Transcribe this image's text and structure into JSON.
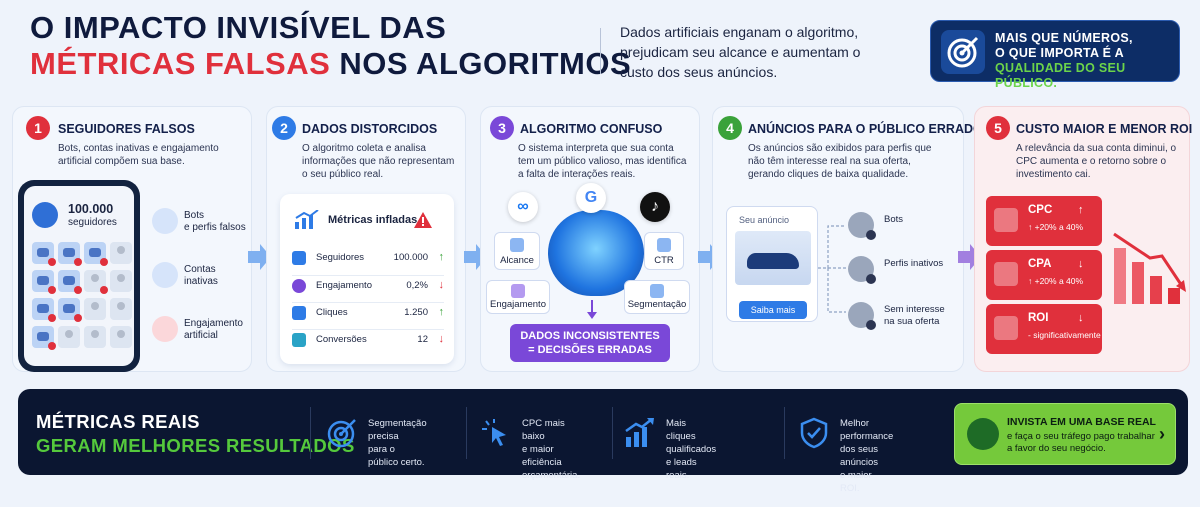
{
  "header": {
    "title_line1": "O IMPACTO INVISÍVEL DAS",
    "title_line2_red": "MÉTRICAS FALSAS",
    "title_line2_rest": "NOS ALGORITMOS",
    "subtitle": "Dados artificiais enganam o algoritmo, prejudicam seu alcance e aumentam o custo dos seus anúncios."
  },
  "badge": {
    "line1": "MAIS QUE NÚMEROS,",
    "line2": "O QUE IMPORTA É A",
    "line3": "QUALIDADE DO SEU PÚBLICO."
  },
  "panels": [
    {
      "num": "1",
      "title": "SEGUIDORES FALSOS",
      "desc": "Bots, contas inativas e engajamento artificial compõem sua base.",
      "color": "#e0303c"
    },
    {
      "num": "2",
      "title": "DADOS DISTORCIDOS",
      "desc": "O algoritmo coleta e analisa informações que não representam o seu público real.",
      "color": "#2e7be6"
    },
    {
      "num": "3",
      "title": "ALGORITMO CONFUSO",
      "desc": "O sistema interpreta que sua conta tem um público valioso, mas identifica a falta de interações reais.",
      "color": "#7a48d8"
    },
    {
      "num": "4",
      "title": "ANÚNCIOS PARA O PÚBLICO ERRADO",
      "desc": "Os anúncios são exibidos para perfis que não têm interesse real na sua oferta, gerando cliques de baixa qualidade.",
      "color": "#3aa23a"
    },
    {
      "num": "5",
      "title": "CUSTO MAIOR E MENOR ROI",
      "desc": "A relevância da sua conta diminui, o CPC aumenta e o retorno sobre o investimento cai.",
      "color": "#e0303c"
    }
  ],
  "phone": {
    "count": "100.000",
    "count_label": "seguidores"
  },
  "legend1": [
    {
      "line1": "Bots",
      "line2": "e perfis falsos",
      "icon": "robot-icon"
    },
    {
      "line1": "Contas",
      "line2": "inativas",
      "icon": "ghost-icon"
    },
    {
      "line1": "Engajamento",
      "line2": "artificial",
      "icon": "heart-icon"
    }
  ],
  "metrics": {
    "title": "Métricas infladas",
    "rows": [
      {
        "label": "Seguidores",
        "value": "100.000",
        "trend": "↑",
        "trend_color": "#3aa23a",
        "icon": "users-icon"
      },
      {
        "label": "Engajamento",
        "value": "0,2%",
        "trend": "↓",
        "trend_color": "#e0303c",
        "icon": "heart-icon"
      },
      {
        "label": "Cliques",
        "value": "1.250",
        "trend": "↑",
        "trend_color": "#3aa23a",
        "icon": "cursor-icon"
      },
      {
        "label": "Conversões",
        "value": "12",
        "trend": "↓",
        "trend_color": "#e0303c",
        "icon": "check-icon"
      }
    ]
  },
  "algo": {
    "tags": [
      "Alcance",
      "CTR",
      "Engajamento",
      "Segmentação"
    ],
    "result_line1": "DADOS INCONSISTENTES",
    "result_line2": "= DECISÕES ERRADAS"
  },
  "ad": {
    "label": "Seu anúncio",
    "button": "Saiba mais"
  },
  "audience": [
    {
      "line1": "Bots",
      "line2": ""
    },
    {
      "line1": "Perfis inativos",
      "line2": ""
    },
    {
      "line1": "Sem interesse",
      "line2": "na sua oferta"
    }
  ],
  "costs": [
    {
      "label": "CPC",
      "arrow": "↑",
      "sub": "↑ +20% a 40%"
    },
    {
      "label": "CPA",
      "arrow": "↓",
      "sub": "↑ +20% a 40%"
    },
    {
      "label": "ROI",
      "arrow": "↓",
      "sub": "- significativamente"
    }
  ],
  "bottom": {
    "title1": "MÉTRICAS REAIS",
    "title2": "GERAM MELHORES RESULTADOS",
    "items": [
      {
        "l1": "Segmentação precisa",
        "l2": "para o público certo.",
        "l3": "",
        "icon": "target-icon"
      },
      {
        "l1": "CPC mais baixo",
        "l2": "e maior eficiência",
        "l3": "orçamentária.",
        "icon": "cursor-click-icon"
      },
      {
        "l1": "Mais cliques qualificados",
        "l2": "e leads reais.",
        "l3": "",
        "icon": "chart-up-icon"
      },
      {
        "l1": "Melhor performance",
        "l2": "dos seus anúncios",
        "l3": "e maior ROI.",
        "icon": "shield-check-icon"
      }
    ],
    "cta_title": "INVISTA EM UMA BASE REAL",
    "cta_l1": "e faça o seu tráfego pago trabalhar",
    "cta_l2": "a favor do seu negócio."
  }
}
